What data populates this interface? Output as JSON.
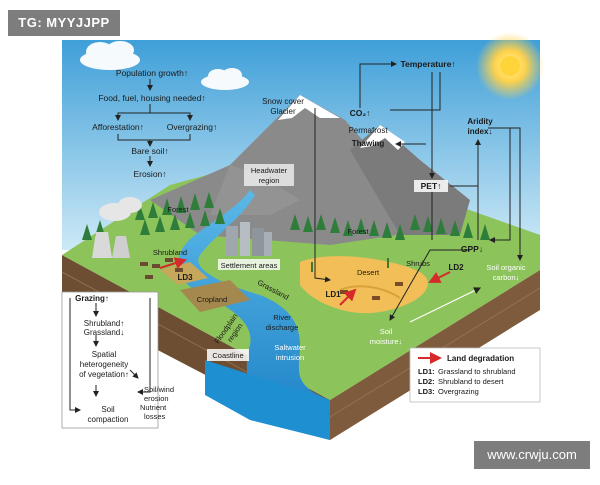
{
  "watermarks": {
    "top_left": "TG: MYYJJPP",
    "bottom_right": "www.crwju.com"
  },
  "left_flow": {
    "population": "Population growth↑",
    "food": "Food, fuel, housing needed↑",
    "afforestation": "Afforestation↑",
    "overgrazing": "Overgrazing↑",
    "bare_soil": "Bare soil↑",
    "erosion": "Erosion↑"
  },
  "top_labels": {
    "temperature": "Temperature↑",
    "co2": "CO₂↑",
    "snow_cover_1": "Snow cover",
    "snow_cover_2": "Glacier",
    "permafrost_1": "Permafrost",
    "permafrost_2": "Thawing",
    "aridity_1": "Aridity",
    "aridity_2": "index↓",
    "pet": "PET↑",
    "gpp": "GPP↓"
  },
  "landscape_labels": {
    "headwater_1": "Headwater",
    "headwater_2": "region",
    "forest_left": "Forest",
    "forest_right": "Forest",
    "shrubland": "Shrubland",
    "ld3": "LD3",
    "settlement": "Settlement areas",
    "grassland": "Grassland",
    "cropland": "Cropland",
    "floodplain_1": "Floodplain",
    "floodplain_2": "region",
    "river_1": "River",
    "river_2": "discharge",
    "coastline": "Coastline",
    "saltwater_1": "Saltwater",
    "saltwater_2": "intrusion",
    "desert": "Desert",
    "shrubs": "Shrubs",
    "ld1": "LD1",
    "ld2": "LD2",
    "soil_organic_1": "Soil organic",
    "soil_organic_2": "carbon↓",
    "soil_moisture_1": "Soil",
    "soil_moisture_2": "moisture↓"
  },
  "grazing_box": {
    "grazing": "Grazing↑",
    "shrubland": "Shrubland↑",
    "grassland": "Grassland↓",
    "spatial_1": "Spatial",
    "spatial_2": "heterogeneity",
    "spatial_3": "of vegetation↑",
    "soil_wind_1": "Soil/wind",
    "soil_wind_2": "erosion",
    "nutrient_1": "Nutrient",
    "nutrient_2": "losses",
    "compaction_1": "Soil",
    "compaction_2": "compaction"
  },
  "legend": {
    "title": "Land degradation",
    "ld1": "LD1:",
    "ld1_text": "Grassland to shrubland",
    "ld2": "LD2:",
    "ld2_text": "Shrubland to desert",
    "ld3": "LD3:",
    "ld3_text": "Overgrazing"
  },
  "colors": {
    "sky_top": "#3f9fd8",
    "sky_bottom": "#cbe8f5",
    "grass": "#8cc35a",
    "mountain": "#8c8c8c",
    "river": "#1e8fd0",
    "soil": "#7a5a3c",
    "desert": "#f2be58",
    "degradation_arrow": "#d62a2a"
  }
}
